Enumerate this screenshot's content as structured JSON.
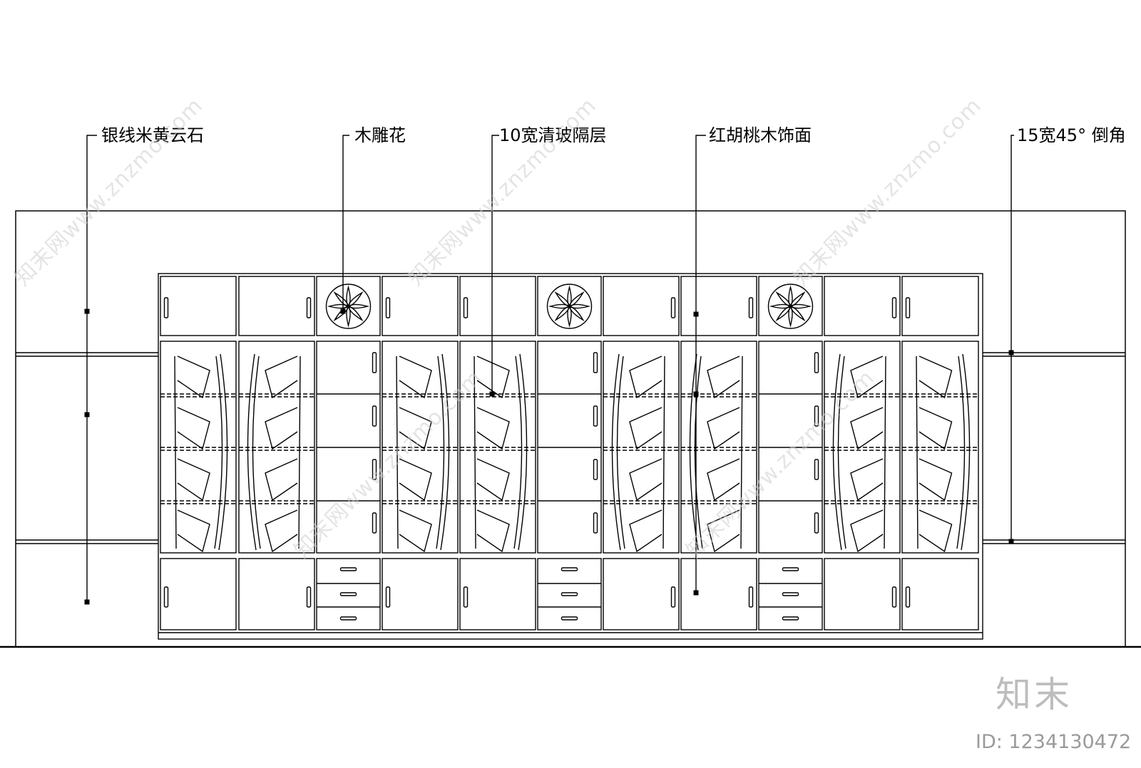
{
  "annotations": [
    {
      "id": "silver-line-beige-marble",
      "text": "银线米黄云石"
    },
    {
      "id": "wood-carving",
      "text": "木雕花"
    },
    {
      "id": "clear-glass-shelf",
      "text": "10宽清玻隔层"
    },
    {
      "id": "red-walnut-veneer",
      "text": "红胡桃木饰面"
    },
    {
      "id": "chamfer",
      "text": "15宽45° 倒角"
    }
  ],
  "watermark": {
    "text": "知末网www.znzmo.com",
    "brand": "知末",
    "id_label": "ID: 1234130472"
  },
  "colors": {
    "line": "#000000",
    "watermark": "#cfcfcf"
  }
}
